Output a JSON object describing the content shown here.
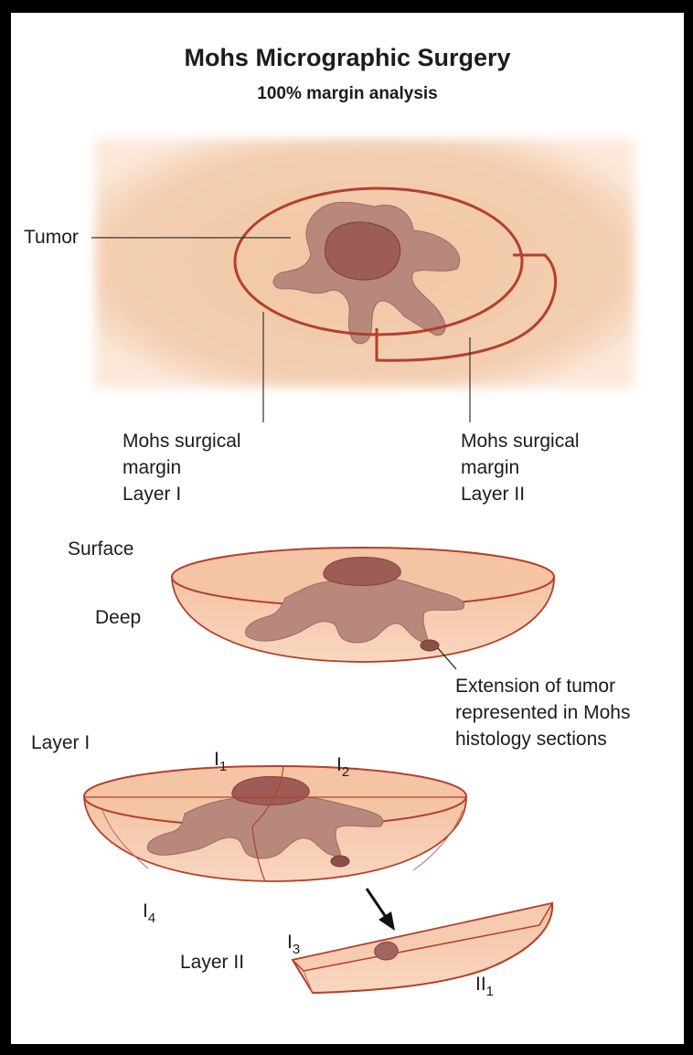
{
  "title": "Mohs Micrographic Surgery",
  "subtitle": "100% margin analysis",
  "labels": {
    "tumor": "Tumor",
    "layer1_margin": [
      "Mohs surgical",
      "margin",
      "Layer I"
    ],
    "layer2_margin": [
      "Mohs surgical",
      "margin",
      "Layer II"
    ],
    "surface": "Surface",
    "deep": "Deep",
    "extension": [
      "Extension of tumor",
      "represented in Mohs",
      "histology sections"
    ],
    "layer_i": "Layer I",
    "layer_ii": "Layer II"
  },
  "sections": {
    "i1": {
      "main": "I",
      "sub": "1"
    },
    "i2": {
      "main": "I",
      "sub": "2"
    },
    "i3": {
      "main": "I",
      "sub": "3"
    },
    "i4": {
      "main": "I",
      "sub": "4"
    },
    "ii1": {
      "main": "II",
      "sub": "1"
    }
  },
  "colors": {
    "skin": "#f2c9a7",
    "tumor": "#b4847a",
    "tumor_core": "#9c5a55",
    "margin_line": "#b3402c",
    "bowl": "#f6bfa0"
  }
}
